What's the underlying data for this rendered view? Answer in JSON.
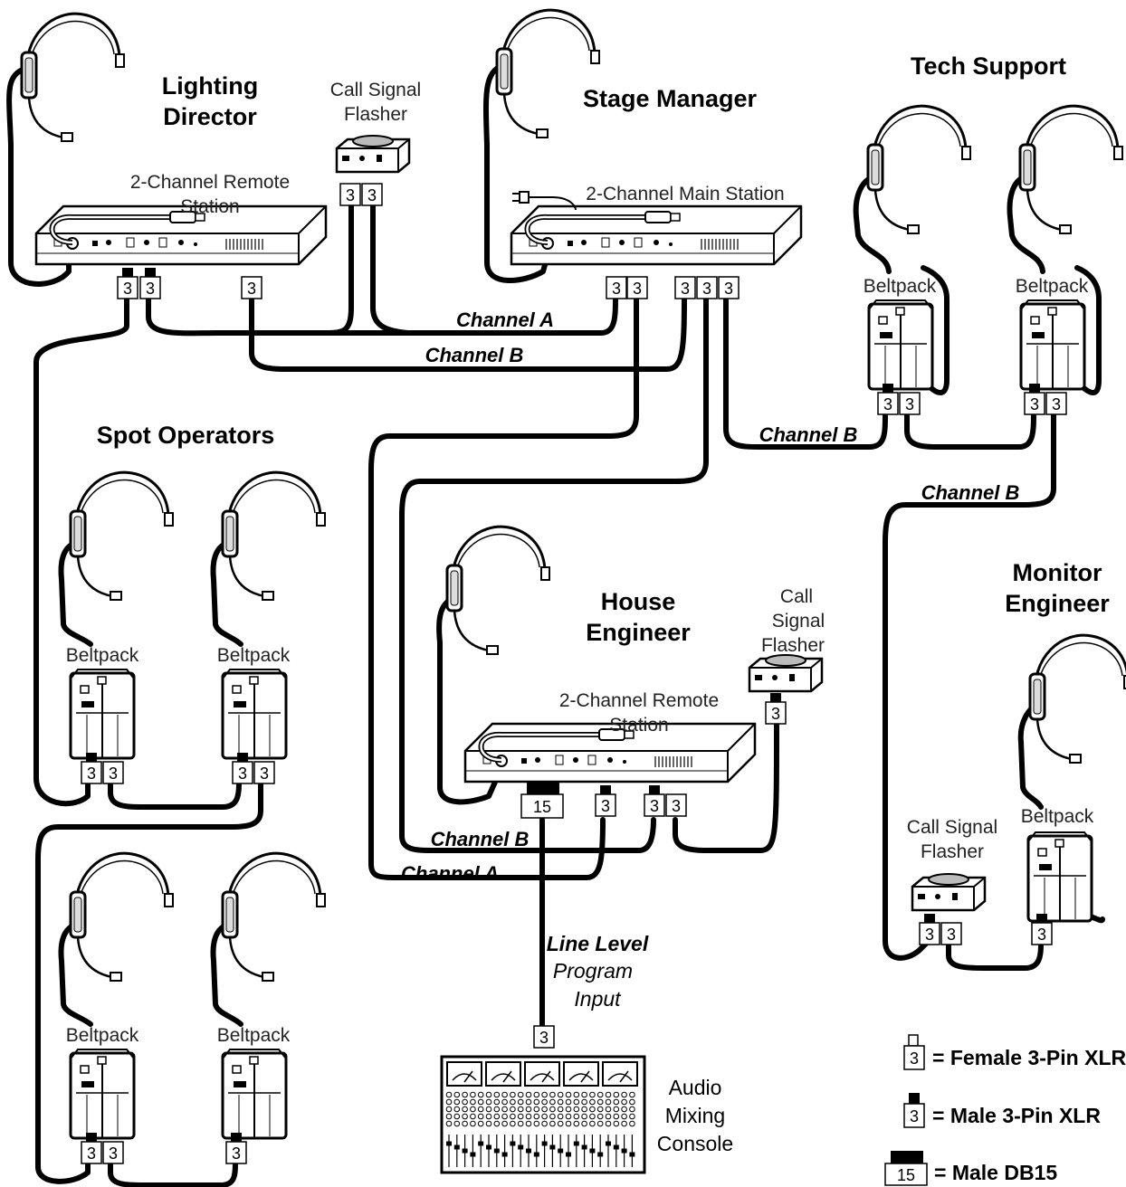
{
  "locations": {
    "lighting_director": [
      "Lighting",
      "Director"
    ],
    "stage_manager": "Stage Manager",
    "tech_support": "Tech Support",
    "spot_operators": "Spot Operators",
    "house_engineer": [
      "House",
      "Engineer"
    ],
    "monitor_engineer": [
      "Monitor",
      "Engineer"
    ]
  },
  "devices": {
    "call_signal_flasher_top": [
      "Call Signal",
      "Flasher"
    ],
    "call_signal_flasher_house": [
      "Call",
      "Signal",
      "Flasher"
    ],
    "call_signal_flasher_monitor": [
      "Call Signal",
      "Flasher"
    ],
    "remote_station_lighting": [
      "2-Channel Remote",
      "Station"
    ],
    "main_station": "2-Channel Main Station",
    "remote_station_house": [
      "2-Channel Remote",
      "Station"
    ],
    "beltpack": "Beltpack",
    "mixing_console": [
      "Audio",
      "Mixing",
      "Console"
    ]
  },
  "channels": {
    "a": "Channel A",
    "b": "Channel B"
  },
  "program_input": [
    "Line Level",
    "Program",
    "Input"
  ],
  "connectors": {
    "xlr3": "3",
    "db15": "15"
  },
  "legend": [
    {
      "symbol": "female-xlr",
      "pin": "3",
      "text": "= Female 3-Pin XLR"
    },
    {
      "symbol": "male-xlr",
      "pin": "3",
      "text": "= Male 3-Pin XLR"
    },
    {
      "symbol": "male-db15",
      "pin": "15",
      "text": "= Male DB15"
    }
  ]
}
